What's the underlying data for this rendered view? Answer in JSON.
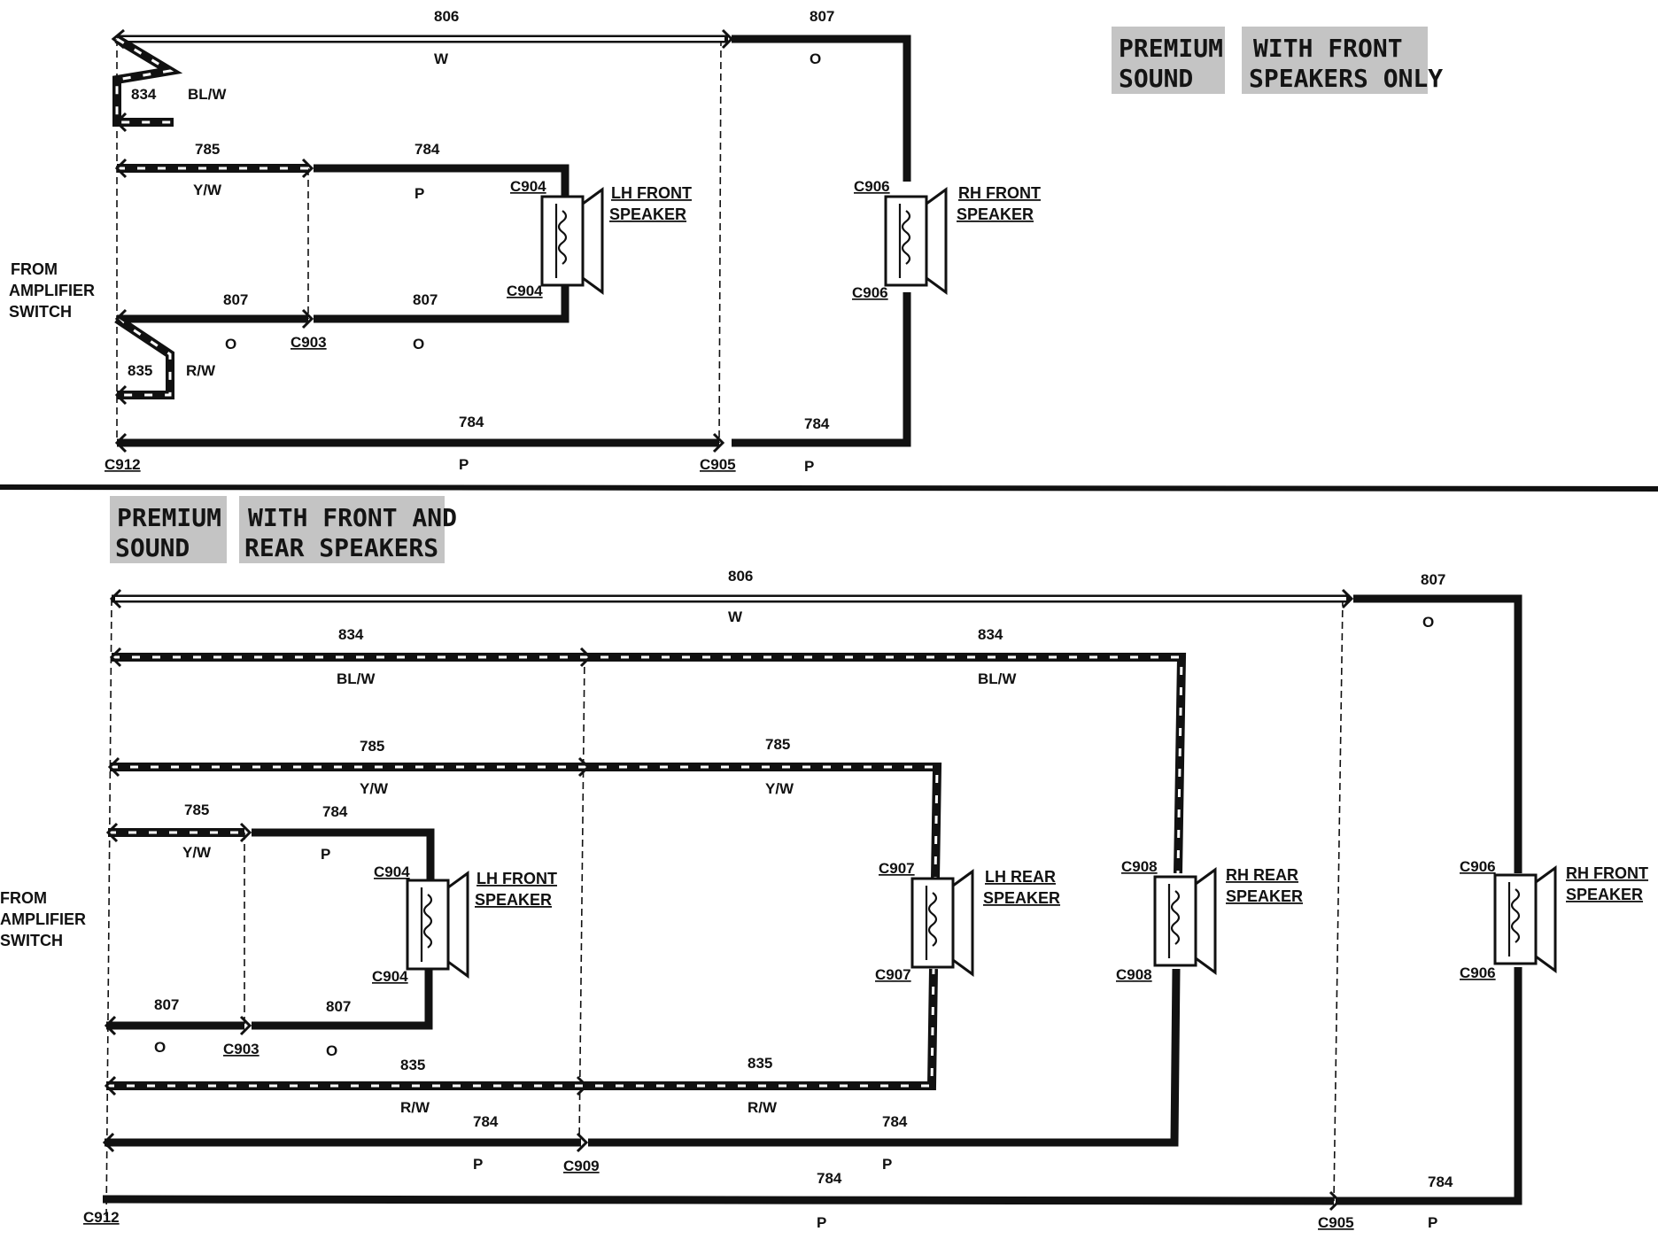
{
  "top_panel": {
    "banner": {
      "line1": "PREMIUM",
      "line2": "SOUND",
      "line3": "WITH FRONT",
      "line4": "SPEAKERS ONLY"
    },
    "source_label": [
      "FROM",
      "AMPLIFIER",
      "SWITCH"
    ],
    "wires": {
      "w806": {
        "circuit": "806",
        "color": "W"
      },
      "w807_right": {
        "circuit": "807",
        "color": "O"
      },
      "w834": {
        "circuit": "834",
        "color": "BL/W"
      },
      "w785": {
        "circuit": "785",
        "color": "Y/W"
      },
      "w784_upper": {
        "circuit": "784",
        "color": "P"
      },
      "w807_left": {
        "circuit": "807",
        "color": "O"
      },
      "w807_mid": {
        "circuit": "807",
        "color": "O"
      },
      "w835": {
        "circuit": "835",
        "color": "R/W"
      },
      "w784_bottom": {
        "circuit": "784",
        "color": "P"
      },
      "w784_right": {
        "circuit": "784",
        "color": "P"
      }
    },
    "connectors": {
      "c904_top": "C904",
      "c904_bot": "C904",
      "c903": "C903",
      "c912": "C912",
      "c905": "C905",
      "c906_top": "C906",
      "c906_bot": "C906"
    },
    "speakers": {
      "lh_front": [
        "LH FRONT",
        "SPEAKER"
      ],
      "rh_front": [
        "RH FRONT",
        "SPEAKER"
      ]
    }
  },
  "bottom_panel": {
    "banner": {
      "line1": "PREMIUM",
      "line2": "SOUND",
      "line3": "WITH FRONT AND",
      "line4": "REAR SPEAKERS"
    },
    "source_label": [
      "FROM",
      "AMPLIFIER",
      "SWITCH"
    ],
    "wires": {
      "w806": {
        "circuit": "806",
        "color": "W"
      },
      "w807_right": {
        "circuit": "807",
        "color": "O"
      },
      "w834_left": {
        "circuit": "834",
        "color": "BL/W"
      },
      "w834_right": {
        "circuit": "834",
        "color": "BL/W"
      },
      "w785_long_left": {
        "circuit": "785",
        "color": "Y/W"
      },
      "w785_long_right": {
        "circuit": "785",
        "color": "Y/W"
      },
      "w785_short": {
        "circuit": "785",
        "color": "Y/W"
      },
      "w784_short": {
        "circuit": "784",
        "color": "P"
      },
      "w807_left": {
        "circuit": "807",
        "color": "O"
      },
      "w807_mid": {
        "circuit": "807",
        "color": "O"
      },
      "w835_left": {
        "circuit": "835",
        "color": "R/W"
      },
      "w835_right": {
        "circuit": "835",
        "color": "R/W"
      },
      "w784_mid_left": {
        "circuit": "784",
        "color": "P"
      },
      "w784_mid_right": {
        "circuit": "784",
        "color": "P"
      },
      "w784_bottom": {
        "circuit": "784",
        "color": "P"
      },
      "w784_bottom_right": {
        "circuit": "784",
        "color": "P"
      }
    },
    "connectors": {
      "c904_top": "C904",
      "c904_bot": "C904",
      "c903": "C903",
      "c907_top": "C907",
      "c907_bot": "C907",
      "c908_top": "C908",
      "c908_bot": "C908",
      "c906_top": "C906",
      "c906_bot": "C906",
      "c909": "C909",
      "c912": "C912",
      "c905": "C905"
    },
    "speakers": {
      "lh_front": [
        "LH FRONT",
        "SPEAKER"
      ],
      "lh_rear": [
        "LH REAR",
        "SPEAKER"
      ],
      "rh_rear": [
        "RH REAR",
        "SPEAKER"
      ],
      "rh_front": [
        "RH FRONT",
        "SPEAKER"
      ]
    }
  }
}
